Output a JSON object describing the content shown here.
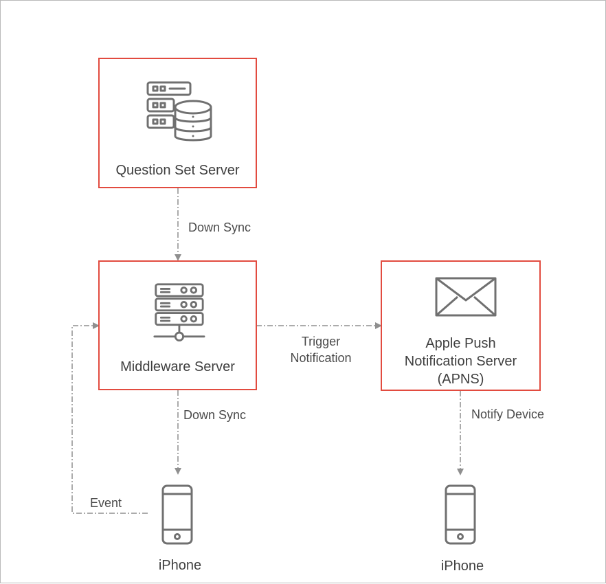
{
  "diagram": {
    "nodes": {
      "question_set_server": {
        "label": "Question Set Server",
        "icon": "server-database-icon"
      },
      "middleware_server": {
        "label": "Middleware Server",
        "icon": "network-server-icon"
      },
      "apns": {
        "label_line1": "Apple Push",
        "label_line2": "Notification Server",
        "label_line3": "(APNS)",
        "icon": "envelope-icon"
      },
      "iphone_left": {
        "label": "iPhone",
        "icon": "phone-icon"
      },
      "iphone_right": {
        "label": "iPhone",
        "icon": "phone-icon"
      }
    },
    "edges": {
      "qs_to_middleware": {
        "label": "Down Sync"
      },
      "middleware_to_iphone": {
        "label": "Down Sync"
      },
      "middleware_to_apns": {
        "label_line1": "Trigger",
        "label_line2": "Notification"
      },
      "apns_to_iphone": {
        "label": "Notify Device"
      },
      "iphone_to_middleware": {
        "label": "Event"
      }
    },
    "colors": {
      "node_border": "#e24b3f",
      "connector": "#8f8f8f",
      "icon_stroke": "#707070"
    }
  }
}
